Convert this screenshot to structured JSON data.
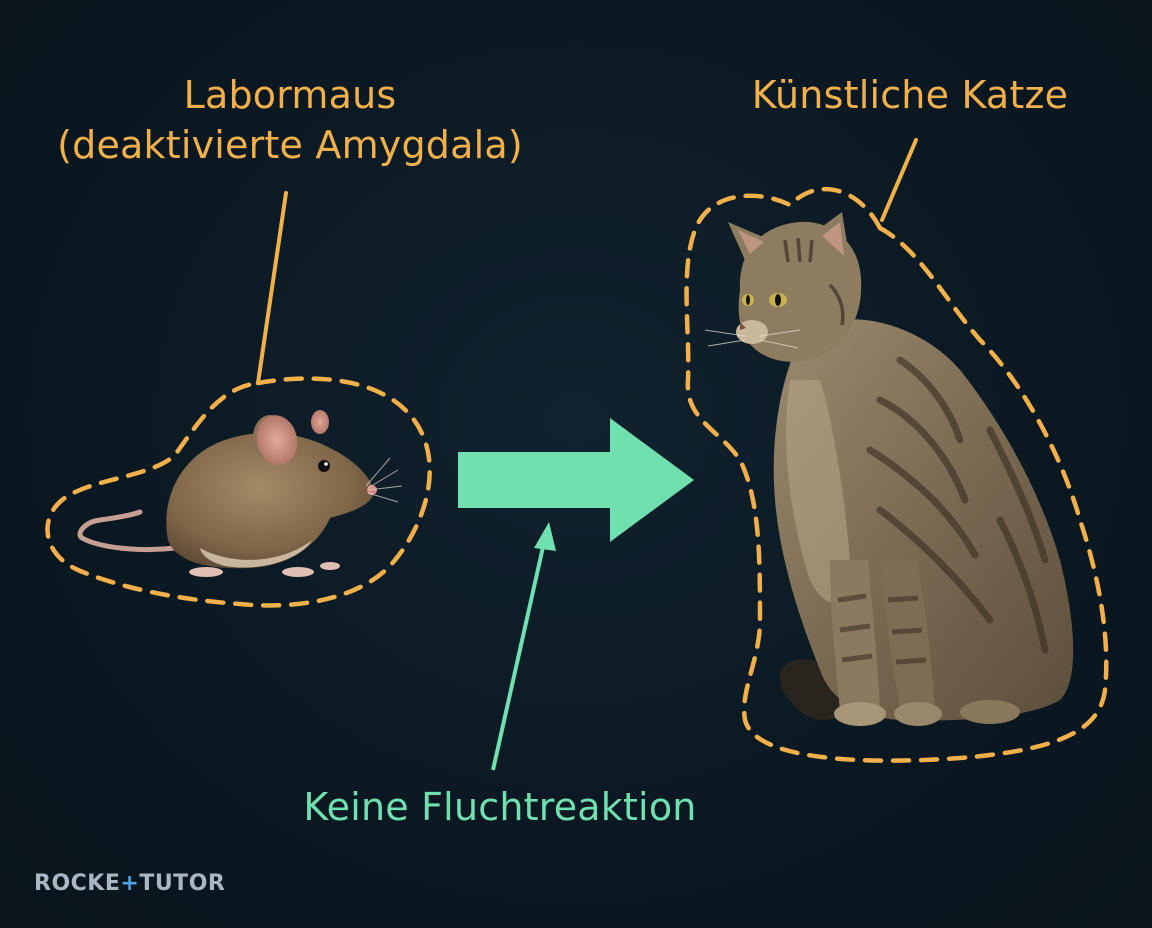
{
  "labels": {
    "mouse_line1": "Labormaus",
    "mouse_line2": "(deaktivierte Amygdala)",
    "cat": "Künstliche Katze",
    "no_flight": "Keine Fluchtreaktion"
  },
  "brand": {
    "part1": "ROCKE",
    "plus": "+",
    "part2": "TUTOR"
  },
  "icons": {
    "mouse": "mouse-illustration",
    "cat": "cat-illustration",
    "arrow": "right-arrow"
  },
  "colors": {
    "background": "#0c1a24",
    "outline": "#f2b04a",
    "arrow": "#6fe0ae",
    "brand": "#a9b7c4",
    "brand_accent": "#4fa3e6"
  }
}
